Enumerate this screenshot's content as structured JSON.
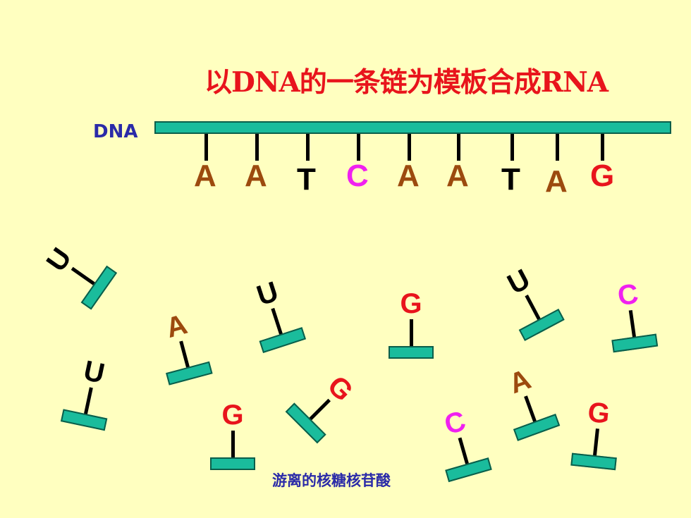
{
  "title": "以DNA的一条链为模板合成RNA",
  "dna_label": "DNA",
  "template_bases": [
    "A",
    "A",
    "T",
    "C",
    "A",
    "A",
    "T",
    "A",
    "G"
  ],
  "free_nucleotides": [
    "U",
    "A",
    "U",
    "G",
    "U",
    "C",
    "U",
    "G",
    "G",
    "C",
    "A",
    "G"
  ],
  "caption": "游离的核糖核苷酸",
  "colors": {
    "A": "#9C4A0E",
    "T": "#000000",
    "C": "#F020F0",
    "G": "#E8141C",
    "U": "#000000",
    "backbone": "#1ABC9C",
    "title": "#E8141C",
    "label": "#2A2AA8"
  }
}
